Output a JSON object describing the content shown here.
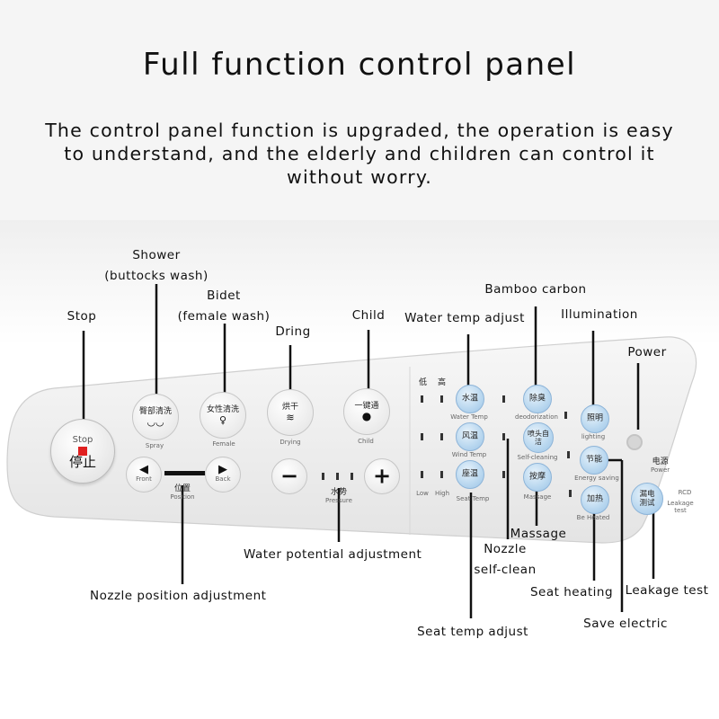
{
  "title": "Full function control panel",
  "description": "The control panel function is upgraded, the operation is easy to understand, and the elderly and children can control it without worry.",
  "callouts": {
    "shower": [
      "Shower",
      "(buttocks wash)"
    ],
    "bidet": [
      "Bidet",
      "(female wash)"
    ],
    "stop": "Stop",
    "dring": "Dring",
    "child": "Child",
    "water_temp": "Water temp adjust",
    "bamboo": "Bamboo carbon",
    "illumination": "Illumination",
    "power": "Power",
    "water_potential": "Water potential adjustment",
    "nozzle_position": "Nozzle position adjustment",
    "nozzle_clean": [
      "Nozzle",
      "self-clean"
    ],
    "massage": "Massage",
    "seat_heating": "Seat heating",
    "leakage": "Leakage test",
    "save_electric": "Save electric",
    "seat_temp": "Seat temp adjust"
  },
  "panel": {
    "stop": {
      "en": "Stop",
      "cn": "停止"
    },
    "spray": {
      "cn": "臀部清洗",
      "en": "Spray"
    },
    "female": {
      "cn": "女性清洗",
      "en": "Female"
    },
    "drying": {
      "cn": "烘干",
      "en": "Drying"
    },
    "child": {
      "cn": "一键通",
      "en": "Child"
    },
    "front": "Front",
    "back": "Back",
    "position": {
      "cn": "位置",
      "en": "Position"
    },
    "pressure": {
      "cn": "水势",
      "en": "Pressure"
    },
    "low_cn": "低",
    "high_cn": "高",
    "water_temp": {
      "cn": "水温",
      "en": "Water Temp"
    },
    "wind_temp": {
      "cn": "风温",
      "en": "Wind Temp"
    },
    "seat_temp": {
      "cn": "座温",
      "en": "Seat Temp"
    },
    "low": "Low",
    "high": "High",
    "deodor": {
      "cn": "除臭",
      "en": "deodorization"
    },
    "selfclean": {
      "cn": "喷头自洁",
      "en": "Self-cleaning"
    },
    "massage": {
      "cn": "按摩",
      "en": "Massage"
    },
    "lighting": {
      "cn": "照明",
      "en": "lighting"
    },
    "energy": {
      "cn": "节能",
      "en": "Energy saving"
    },
    "heating": {
      "cn": "加热",
      "en": "Be Heated"
    },
    "power": {
      "cn": "电源",
      "en": "Power"
    },
    "leak": {
      "cn": "漏电测试",
      "en": "Leakage test",
      "top": "RCD"
    }
  }
}
